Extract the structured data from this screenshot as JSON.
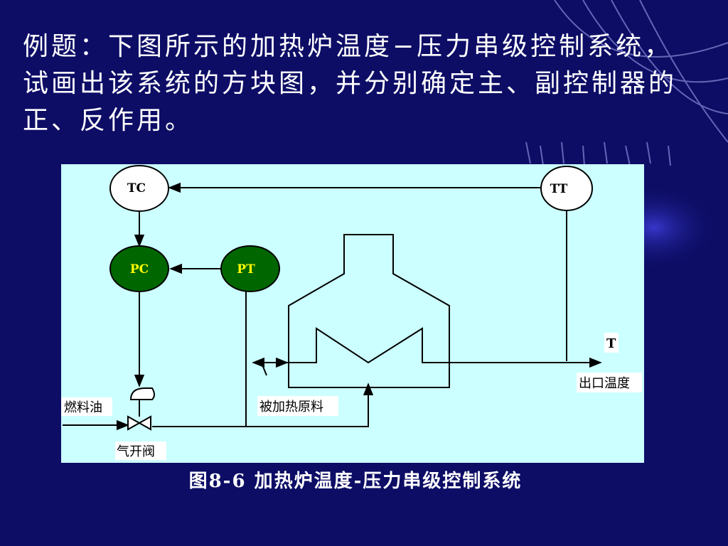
{
  "slide": {
    "question": "例题：下图所示的加热炉温度−压力串级控制系统，试画出该系统的方块图，并分别确定主、副控制器的正、反作用。",
    "caption": "图8-6  加热炉温度-压力串级控制系统"
  },
  "diagram": {
    "instruments": {
      "tc": "TC",
      "tt": "TT",
      "pc": "PC",
      "pt": "PT"
    },
    "labels": {
      "fuel_oil": "燃料油",
      "air_open_valve": "气开阀",
      "heated_material": "被加热原料",
      "outlet_temperature": "出口温度",
      "t_variable": "T"
    },
    "colors": {
      "background": "#0d0d66",
      "panel": "#ccffff",
      "controller_fill": "#006600",
      "controller_text": "#ffff00",
      "line": "#000000"
    }
  }
}
